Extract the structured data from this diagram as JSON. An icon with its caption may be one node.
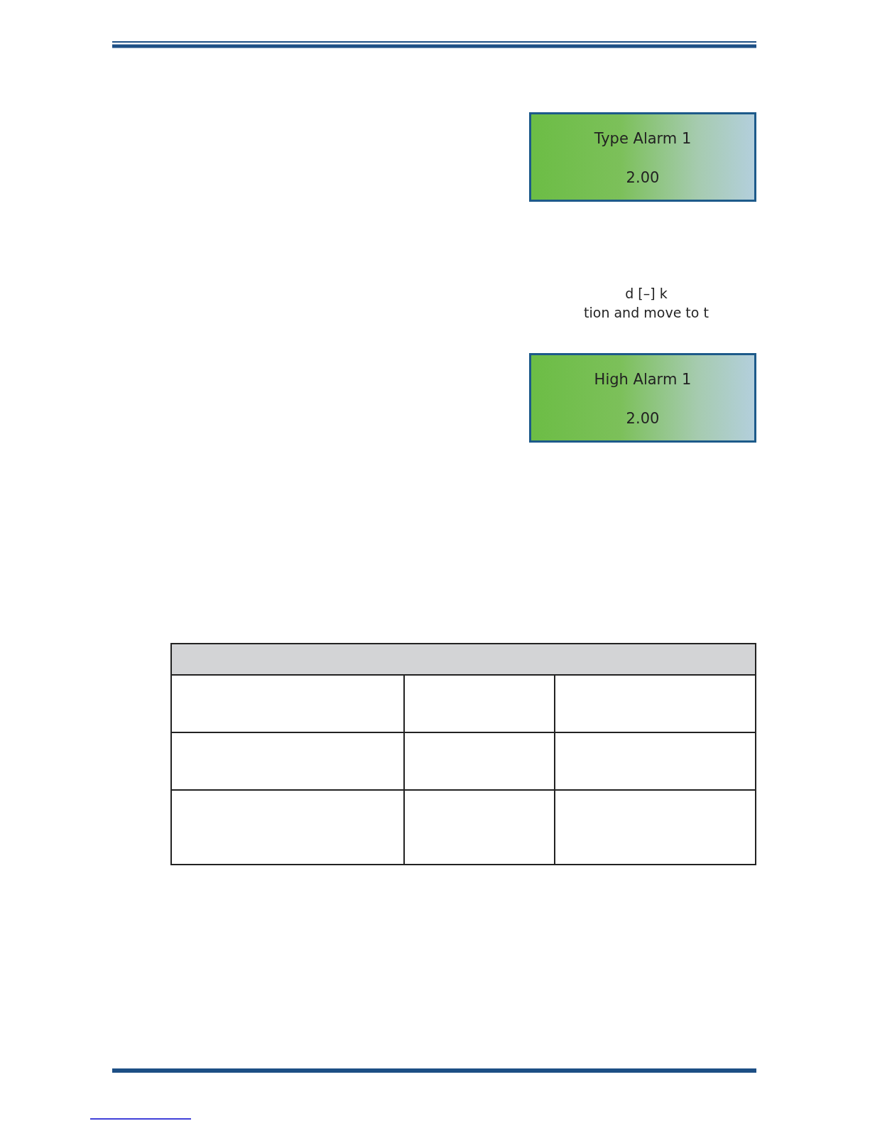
{
  "diagram": {
    "nodes": [
      {
        "text": [
          "Type Alarm 1",
          "2.00"
        ]
      },
      {
        "text": [
          "High Alarm 1",
          "2.00"
        ]
      }
    ],
    "labels": [
      "d [–] k",
      "tion and move to t"
    ]
  }
}
